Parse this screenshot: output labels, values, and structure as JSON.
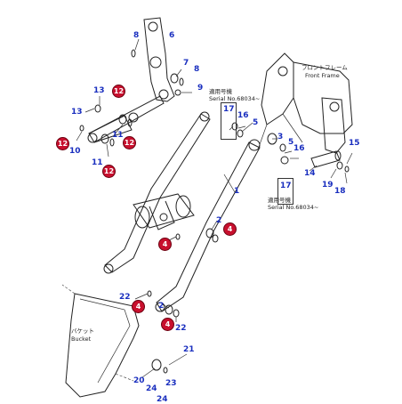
{
  "callouts": {
    "p1": "1",
    "p2": "2",
    "p3": "3",
    "p4a": "4",
    "p4b": "4",
    "p4c": "4",
    "p5a": "5",
    "p5b": "5",
    "p6": "6",
    "p7": "7",
    "p8a": "8",
    "p8b": "8",
    "p9": "9",
    "p10": "10",
    "p11a": "11",
    "p11b": "11",
    "p12a": "12",
    "p12b": "12",
    "p12c": "12",
    "p12d": "12",
    "p13a": "13",
    "p13b": "13",
    "p14": "14",
    "p15": "15",
    "p16a": "16",
    "p16b": "16",
    "p17a": "17",
    "p17b": "17",
    "p18": "18",
    "p19": "19",
    "p2b": "2",
    "p20": "20",
    "p21": "21",
    "p22a": "22",
    "p22b": "22",
    "p24": "24",
    "p24b": "24"
  },
  "notes": {
    "front_frame_jp": "フロントフレーム",
    "front_frame_en": "Front Frame",
    "applicable_jp_1": "適用号機",
    "serial_1": "Serial No.68034~",
    "applicable_jp_2": "適用号機",
    "serial_2": "Serial No.68034~",
    "bucket_jp": "バケット",
    "bucket_en": "Bucket"
  },
  "colors": {
    "callout": "#1a2fbf",
    "badge": "#c8102e",
    "line": "#222222"
  }
}
